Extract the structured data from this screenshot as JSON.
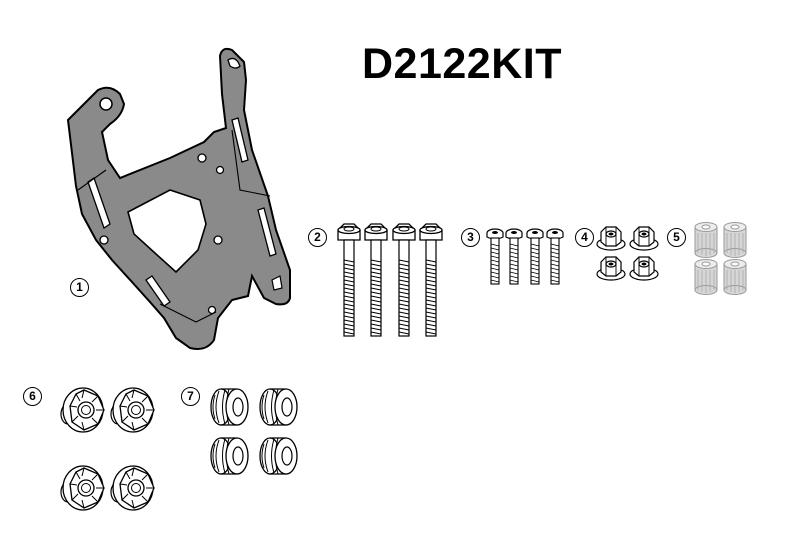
{
  "kit_code": "D2122KIT",
  "parts": [
    {
      "number": "1",
      "item": "bracket"
    },
    {
      "number": "2",
      "item": "long-bolt",
      "qty": 4
    },
    {
      "number": "3",
      "item": "short-bolt",
      "qty": 4
    },
    {
      "number": "4",
      "item": "flange-nut",
      "qty": 4
    },
    {
      "number": "5",
      "item": "spacer",
      "qty": 4
    },
    {
      "number": "6",
      "item": "knob-screw",
      "qty": 4
    },
    {
      "number": "7",
      "item": "rubber-washer",
      "qty": 4
    }
  ],
  "colors": {
    "line": "#000000",
    "metal": "#8a8a8a",
    "spacer": "#d6d6d6"
  }
}
